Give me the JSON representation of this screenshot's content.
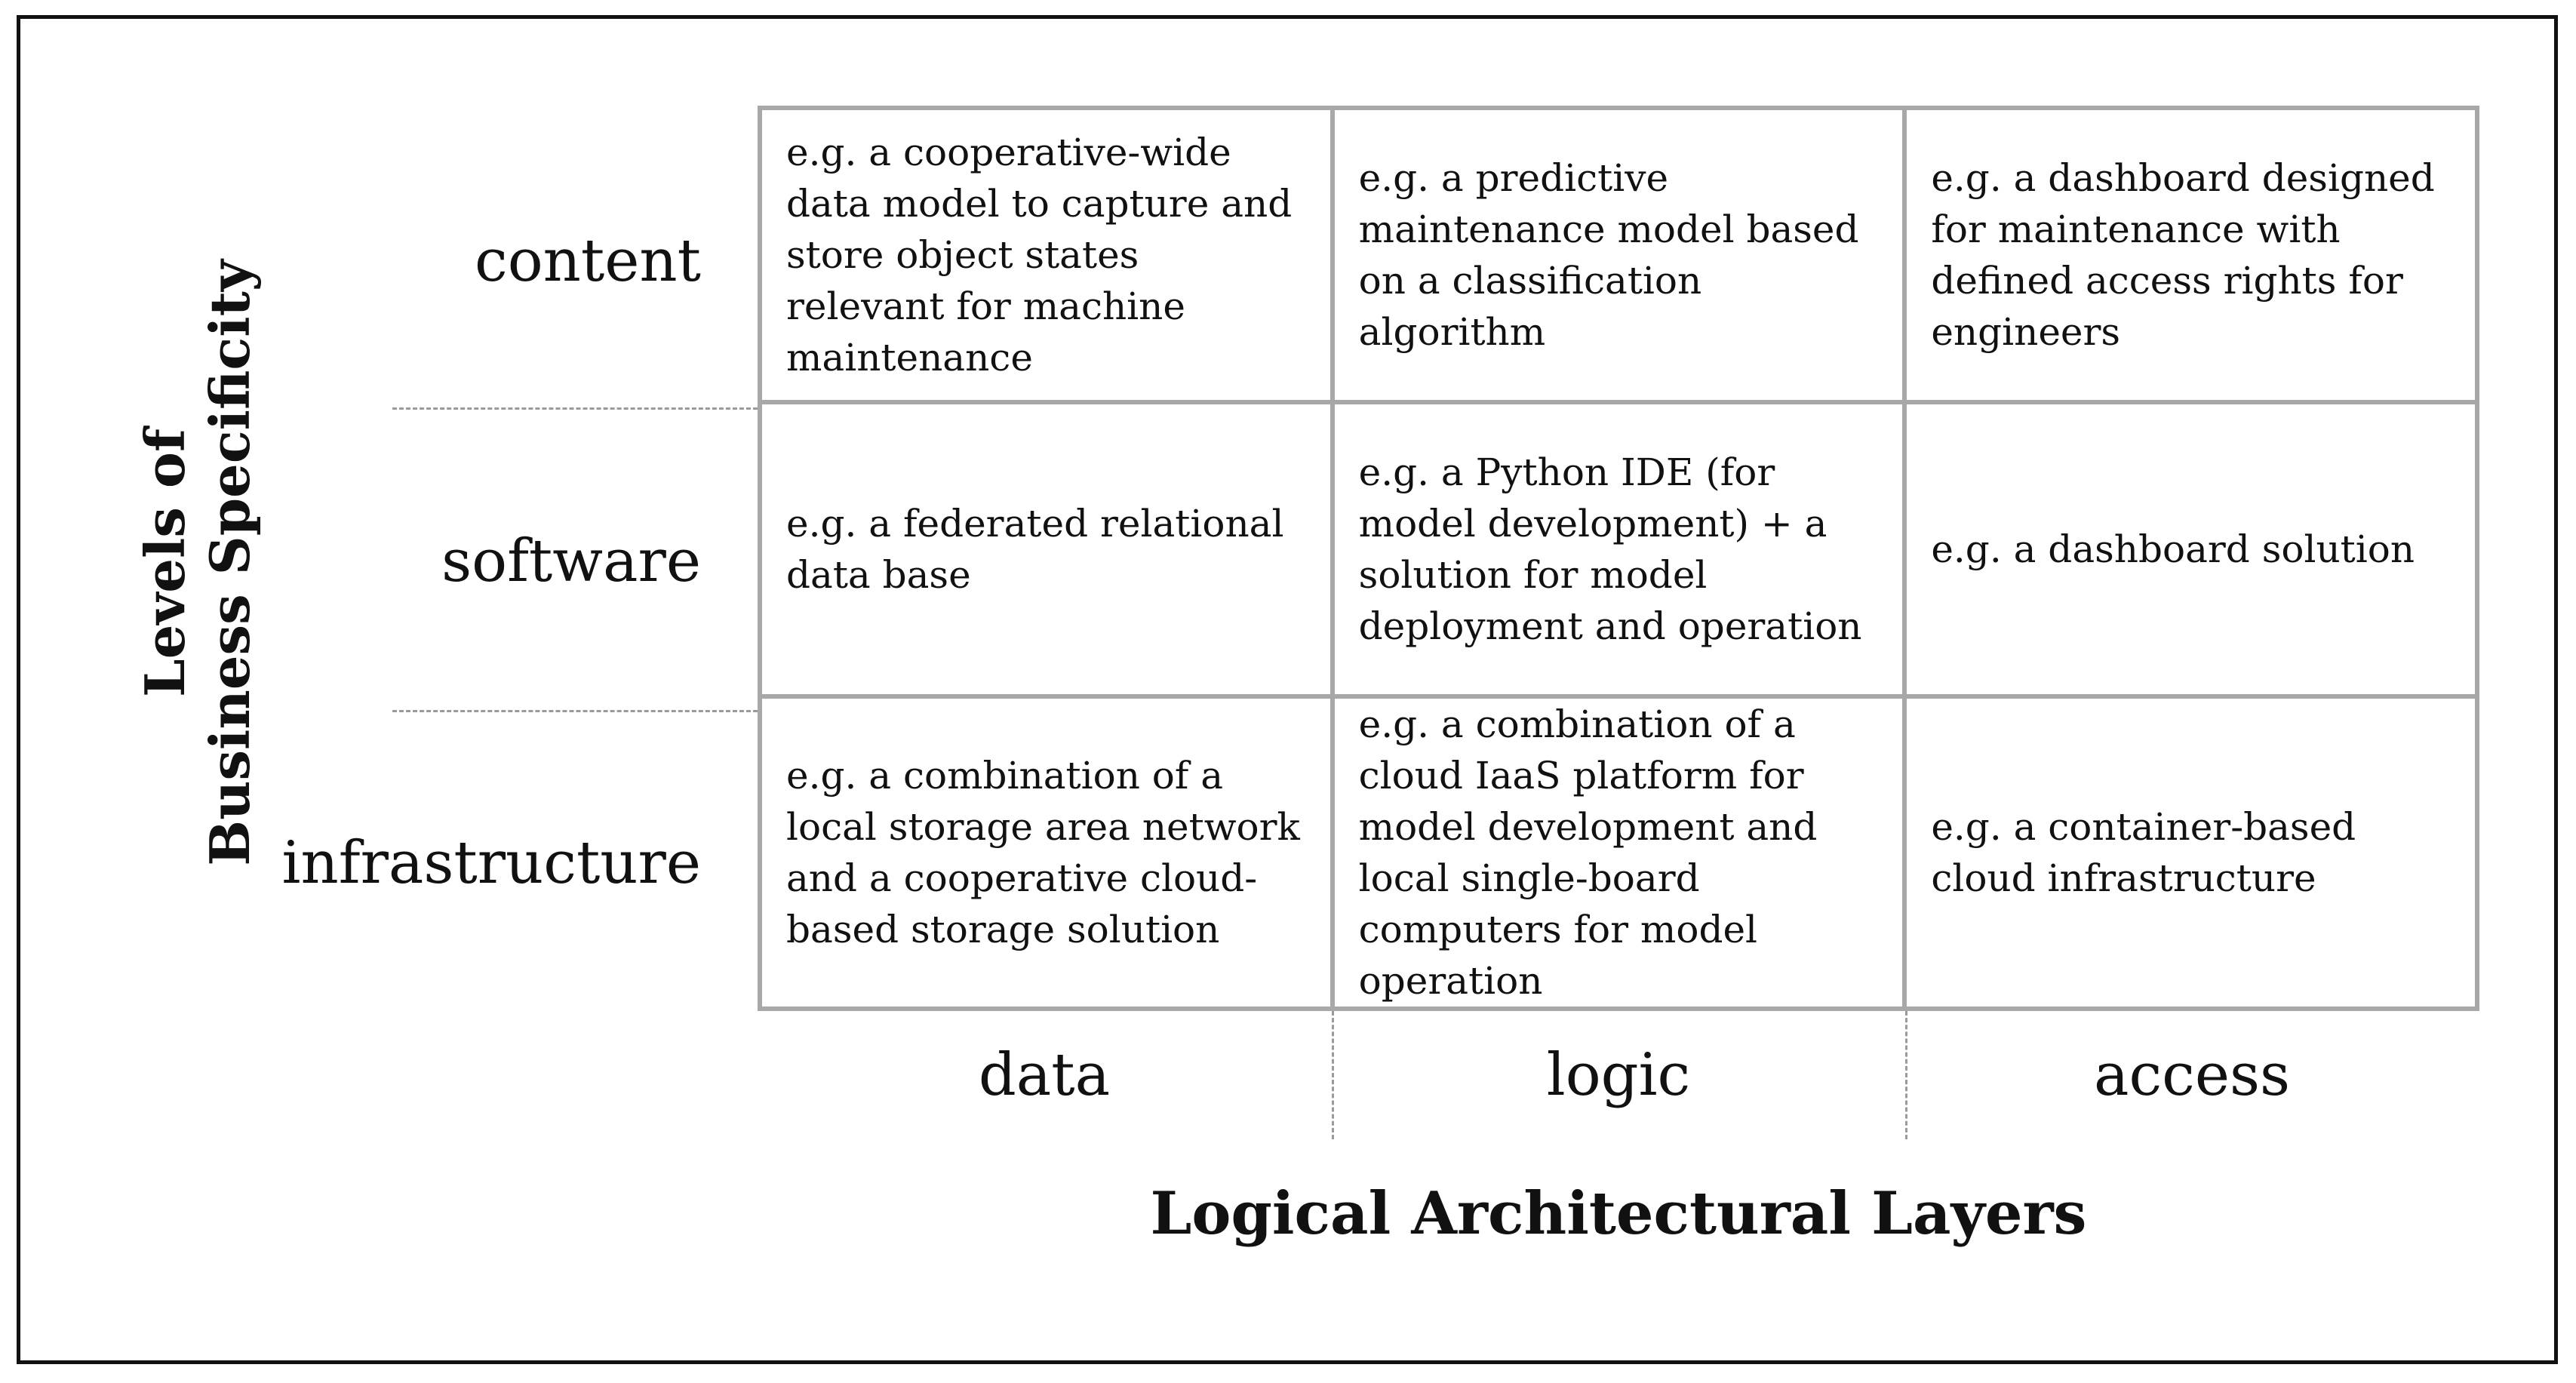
{
  "y_axis": {
    "title_line1": "Levels of",
    "title_line2": "Business Specificity"
  },
  "x_axis": {
    "title": "Logical Architectural Layers"
  },
  "rows": [
    {
      "label": "content",
      "cells": [
        "e.g. a cooperative-wide data model to capture and store object states relevant for machine maintenance",
        "e.g. a predictive maintenance model based on a classification algorithm",
        "e.g. a dashboard designed for maintenance with defined access rights for engineers"
      ]
    },
    {
      "label": "software",
      "cells": [
        "e.g. a federated relational data base",
        "e.g. a Python IDE (for model development) + a solution for model deployment and operation",
        "e.g. a dashboard solution"
      ]
    },
    {
      "label": "infrastructure",
      "cells": [
        "e.g. a combination of a local storage area network and a cooperative cloud-based storage solution",
        "e.g. a combination of a cloud IaaS platform for model development and local single-board computers for model operation",
        "e.g. a container-based cloud infrastructure"
      ]
    }
  ],
  "columns": [
    {
      "label": "data"
    },
    {
      "label": "logic"
    },
    {
      "label": "access"
    }
  ]
}
